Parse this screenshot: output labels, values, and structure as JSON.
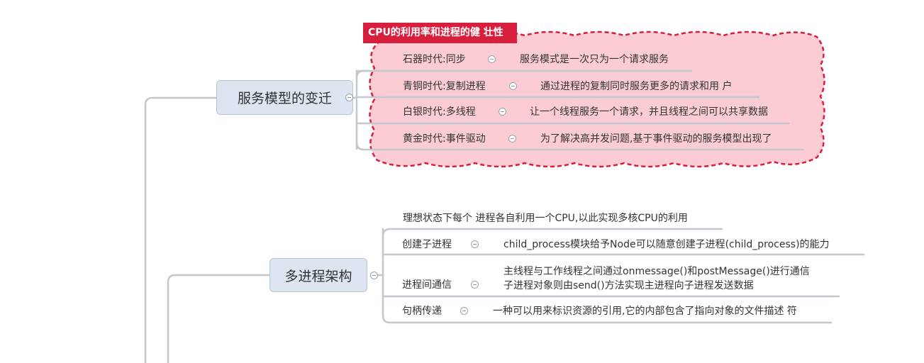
{
  "boundary": {
    "title": "CPU的利用率和进程的健 壮性",
    "fill": "#fbccd4",
    "border": "#d81e3d"
  },
  "topics": {
    "service_model": {
      "label": "服务模型的变迁",
      "items": [
        {
          "name": "石器时代:同步",
          "detail": "服务模式是一次只为一个请求服务"
        },
        {
          "name": "青铜时代:复制进程",
          "detail": "通过进程的复制同时服务更多的请求和用 户"
        },
        {
          "name": "白银时代:多线程",
          "detail": "让一个线程服务一个请求，并且线程之间可以共享数据"
        },
        {
          "name": "黄金时代:事件驱动",
          "detail": "为了解决高并发问题,基于事件驱动的服务模型出现了"
        }
      ]
    },
    "multi_process": {
      "label": "多进程架构",
      "intro": "理想状态下每个 进程各自利用一个CPU,以此实现多核CPU的利用",
      "items": [
        {
          "name": "创建子进程",
          "detail": [
            "child_process模块给予Node可以随意创建子进程(child_process)的能力"
          ]
        },
        {
          "name": "进程间通信",
          "detail": [
            "主线程与工作线程之间通过onmessage()和postMessage()进行通信",
            "子进程对象则由send()方法实现主进程向子进程发送数据"
          ]
        },
        {
          "name": "句柄传递",
          "detail": [
            "一种可以用来标识资源的引用,它的内部包含了指向对象的文件描述 符"
          ]
        }
      ]
    }
  },
  "colors": {
    "topic_fill": "#dde5f1",
    "connector": "#c3c7ce",
    "text": "#333333"
  }
}
